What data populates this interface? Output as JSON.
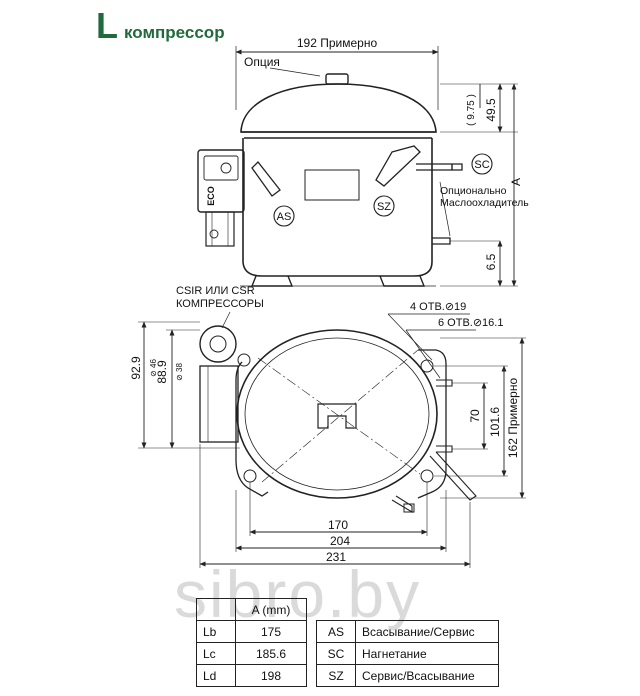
{
  "title": {
    "letter": "L",
    "word": "компрессор"
  },
  "top_view": {
    "width_label": "192 Примерно",
    "option_label": "Опция",
    "dim_975": "( 9.75 )",
    "dim_495": "49.5",
    "dim_a": "A",
    "dim_65": "6.5",
    "oil_cooler_line1": "Опционально",
    "oil_cooler_line2": "Маслоохладитель",
    "port_sc": "SC",
    "port_sz": "SZ",
    "port_as": "AS",
    "eco_label": "ECO"
  },
  "bottom_view": {
    "relay_line1": "CSIR ИЛИ CSR",
    "relay_line2": "КОМПРЕССОРЫ",
    "holes_4": "4 ОТВ.⊘19",
    "holes_6": "6 ОТВ.⊘16.1",
    "dim_929": "92.9",
    "dim_d46": "⊘ 46",
    "dim_889": "88.9",
    "dim_d38": "⊘ 38",
    "dim_70": "70",
    "dim_1016": "101.6",
    "dim_162": "162 Примерно",
    "dim_170": "170",
    "dim_204": "204",
    "dim_231": "231"
  },
  "watermark": "sibro.by",
  "dims_table": {
    "header": [
      "",
      "A (mm)"
    ],
    "rows": [
      [
        "Lb",
        "175"
      ],
      [
        "Lc",
        "185.6"
      ],
      [
        "Ld",
        "198"
      ]
    ]
  },
  "ports_table": {
    "rows": [
      [
        "AS",
        "Всасывание/Сервис"
      ],
      [
        "SC",
        "Нагнетание"
      ],
      [
        "SZ",
        "Сервис/Всасывание"
      ]
    ]
  },
  "colors": {
    "title_green": "#1f6b3c",
    "line": "#222222"
  }
}
